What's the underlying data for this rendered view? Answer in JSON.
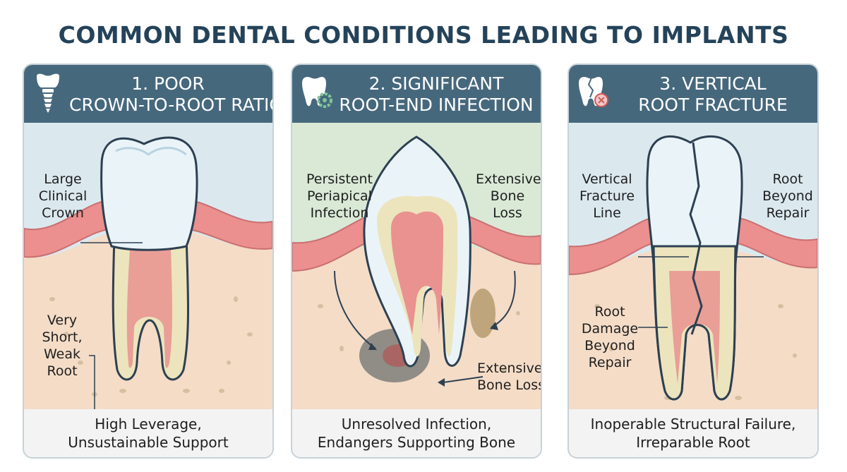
{
  "title": "COMMON DENTAL CONDITIONS LEADING TO IMPLANTS",
  "panels": [
    {
      "title_line1": "1. POOR",
      "title_line2": "CROWN-TO-ROOT RATIO",
      "icon": "implant-tooth-icon",
      "labels": {
        "crown": [
          "Large",
          "Clinical",
          "Crown"
        ],
        "root": [
          "Very",
          "Short,",
          "Weak",
          "Root"
        ]
      },
      "footer_line1": "High Leverage,",
      "footer_line2": "Unsustainable Support"
    },
    {
      "title_line1": "2. SIGNIFICANT",
      "title_line2": "ROOT-END INFECTION",
      "icon": "tooth-gear-icon",
      "labels": {
        "infection": [
          "Persistent",
          "Periapical",
          "Infection"
        ],
        "bone_loss_top": [
          "Extensive",
          "Bone",
          "Loss"
        ],
        "bone_loss_bottom": [
          "Extensive",
          "Bone Loss"
        ]
      },
      "footer_line1": "Unresolved Infection,",
      "footer_line2": "Endangers Supporting Bone"
    },
    {
      "title_line1": "3. VERTICAL",
      "title_line2": "ROOT FRACTURE",
      "icon": "cracked-tooth-x-icon",
      "labels": {
        "fracture": [
          "Vertical",
          "Fracture",
          "Line"
        ],
        "beyond": [
          "Root",
          "Beyond",
          "Repair"
        ],
        "damage": [
          "Root",
          "Damage",
          "Beyond",
          "Repair"
        ]
      },
      "footer_line1": "Inoperable Structural Failure,",
      "footer_line2": "Irreparable Root"
    }
  ],
  "colors": {
    "header": "#46687d",
    "title": "#24435a",
    "gum": "#ec8f8f",
    "bone": "#f4dcc7",
    "sky_1": "#dbe9ef",
    "sky_2": "#d9e9d6",
    "enamel": "#eaf4f8",
    "root": "#ece4bd",
    "pulp": "#e9928f"
  }
}
